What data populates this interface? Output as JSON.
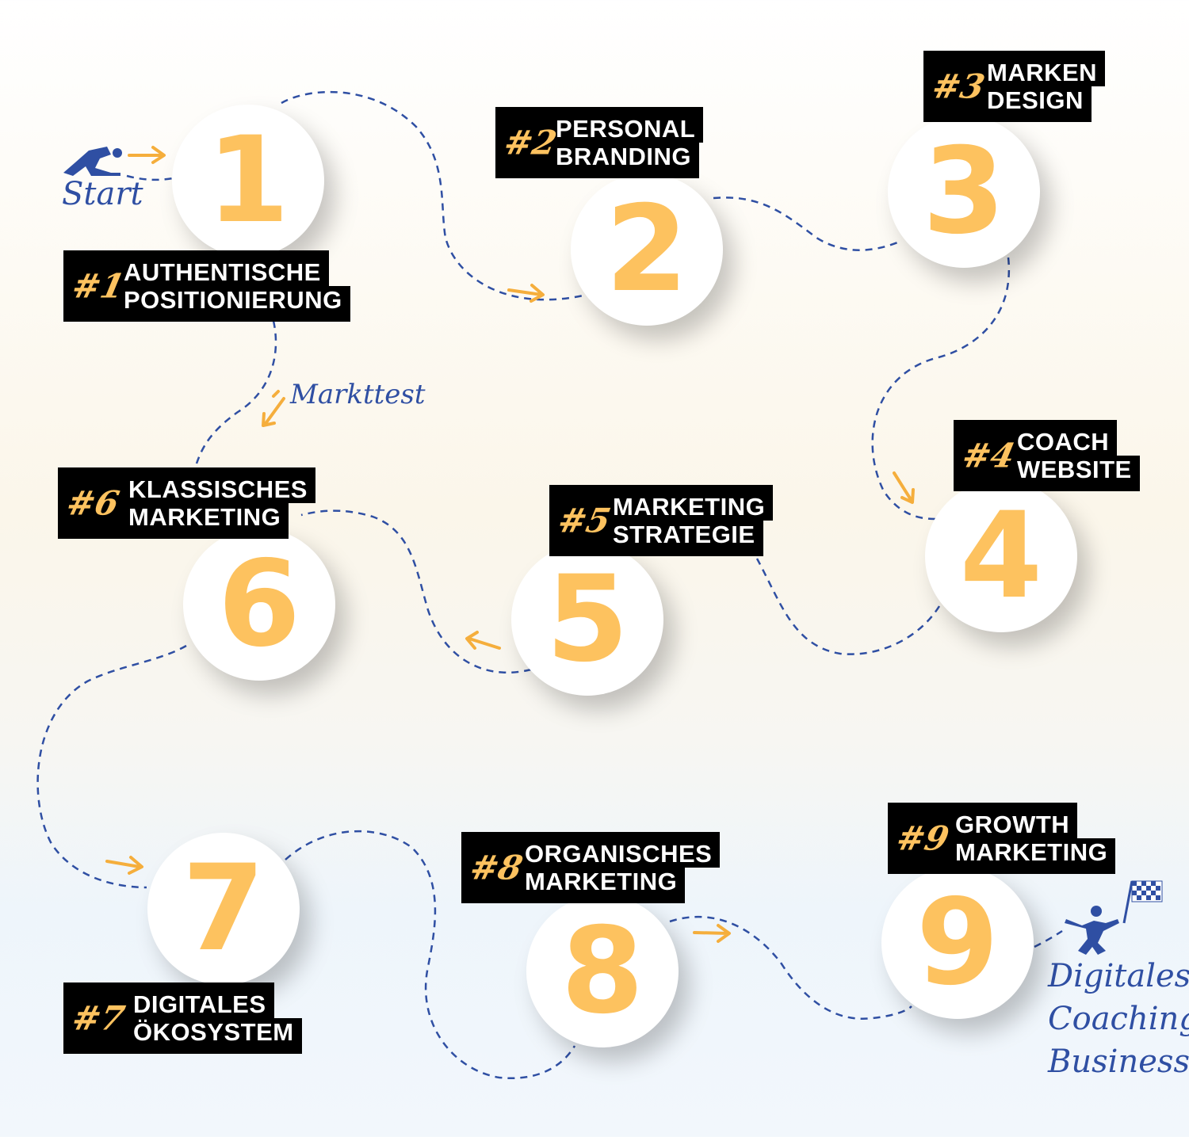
{
  "start_label": "Start",
  "markttest_label": "Markttest",
  "goal_label": [
    "Digitales",
    "Coaching",
    "Business"
  ],
  "colors": {
    "accent": "#fdc25f",
    "path": "#2f4fa3",
    "label_bg": "#000000"
  },
  "steps": [
    {
      "number": "1",
      "hash": "#1",
      "line1": "AUTHENTISCHE",
      "line2": "POSITIONIERUNG"
    },
    {
      "number": "2",
      "hash": "#2",
      "line1": "PERSONAL",
      "line2": "BRANDING"
    },
    {
      "number": "3",
      "hash": "#3",
      "line1": "MARKEN",
      "line2": "DESIGN"
    },
    {
      "number": "4",
      "hash": "#4",
      "line1": "COACH",
      "line2": "WEBSITE"
    },
    {
      "number": "5",
      "hash": "#5",
      "line1": "MARKETING",
      "line2": "STRATEGIE"
    },
    {
      "number": "6",
      "hash": "#6",
      "line1": "KLASSISCHES",
      "line2": "MARKETING"
    },
    {
      "number": "7",
      "hash": "#7",
      "line1": "DIGITALES",
      "line2": "ÖKOSYSTEM"
    },
    {
      "number": "8",
      "hash": "#8",
      "line1": "ORGANISCHES",
      "line2": "MARKETING"
    },
    {
      "number": "9",
      "hash": "#9",
      "line1": "GROWTH",
      "line2": "MARKETING"
    }
  ]
}
